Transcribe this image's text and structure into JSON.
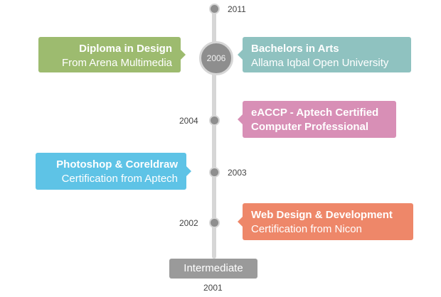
{
  "timeline": {
    "years": {
      "y2011": "2011",
      "y2006": "2006",
      "y2004": "2004",
      "y2003": "2003",
      "y2002": "2002",
      "y2001": "2001"
    },
    "cards": {
      "diploma": {
        "title": "Diploma in Design",
        "subtitle": "From Arena Multimedia",
        "color": "#9dbb6f"
      },
      "bachelors": {
        "title": "Bachelors in Arts",
        "subtitle": "Allama Iqbal Open University",
        "color": "#8fc2c0"
      },
      "eaccp": {
        "title": "eACCP - Aptech Certified",
        "subtitle": "Computer Professional",
        "color": "#d88fb6"
      },
      "photoshop": {
        "title": "Photoshop & Coreldraw",
        "subtitle": "Certification from Aptech",
        "color": "#5ec3e6"
      },
      "webdesign": {
        "title": "Web Design & Development",
        "subtitle": "Certification from Nicon",
        "color": "#ee8769"
      }
    },
    "intermediate": "Intermediate"
  }
}
